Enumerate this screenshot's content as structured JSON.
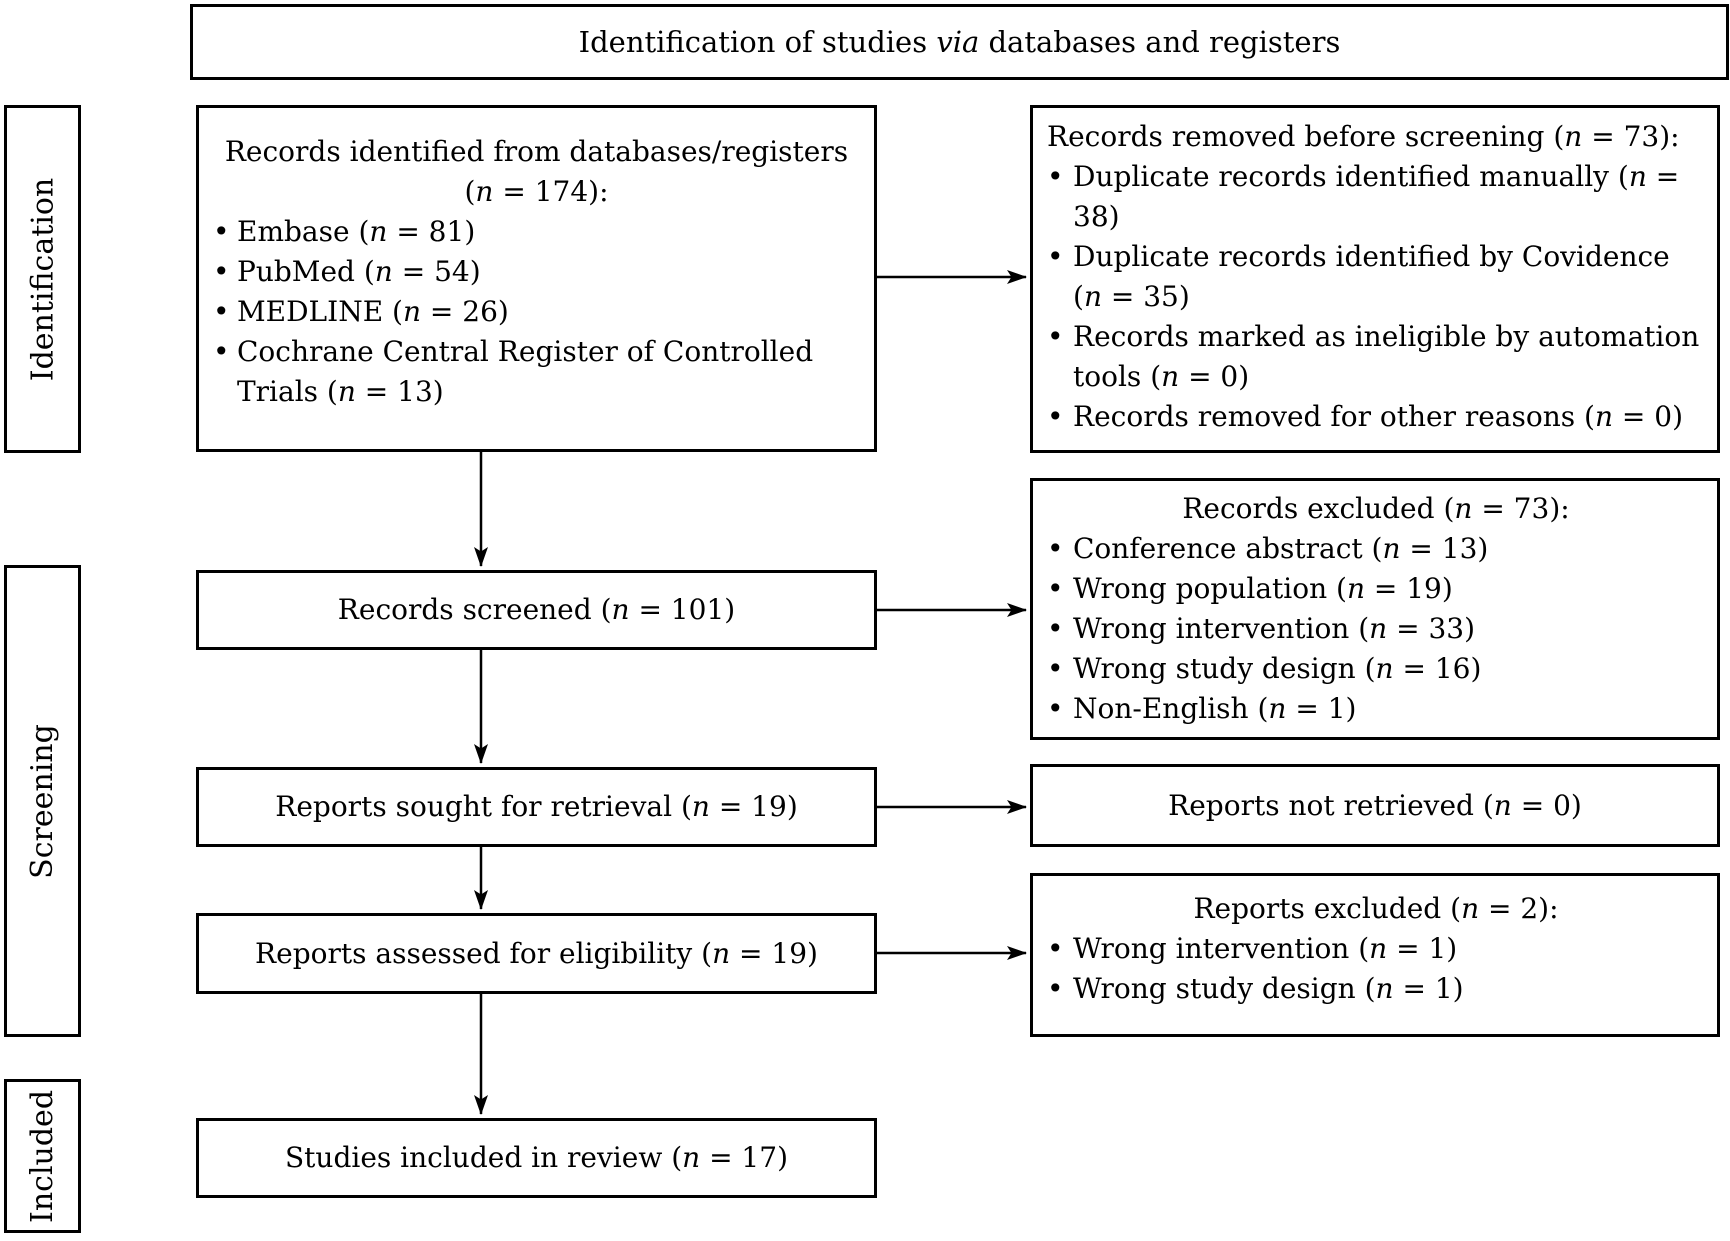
{
  "header": {
    "title": "Identification of studies *via* databases and registers"
  },
  "sidebar": {
    "identification": "Identification",
    "screening": "Screening",
    "included": "Included"
  },
  "flow": {
    "identified": {
      "title": "Records identified from databases/registers",
      "subtitle": "(*n* = 174):",
      "bullets": [
        "Embase (*n* = 81)",
        "PubMed (*n* = 54)",
        "MEDLINE (*n* = 26)",
        "Cochrane Central Register of Controlled Trials (*n* = 13)"
      ]
    },
    "screened": {
      "label": "Records screened (*n* = 101)"
    },
    "sought": {
      "label": "Reports sought for retrieval (*n* = 19)"
    },
    "assessed": {
      "label": "Reports assessed for eligibility (*n* = 19)"
    },
    "included": {
      "label": "Studies included in review (*n* = 17)"
    }
  },
  "exclusions": {
    "removed": {
      "title": "Records removed before screening (*n* = 73):",
      "bullets": [
        "Duplicate records identified manually (*n* = 38)",
        "Duplicate records identified by Covidence (*n* = 35)",
        "Records marked as ineligible by automa­tion tools (*n* = 0)",
        "Records removed for other reasons (*n* = 0)"
      ]
    },
    "records_excluded": {
      "title": "Records excluded (*n* = 73):",
      "bullets": [
        "Conference abstract (*n* = 13)",
        "Wrong population (*n* = 19)",
        "Wrong intervention (*n* = 33)",
        "Wrong study design (*n* = 16)",
        "Non-English (*n* = 1)"
      ]
    },
    "not_retrieved": {
      "label": "Reports not retrieved (*n* = 0)"
    },
    "reports_excluded": {
      "title": "Reports excluded (*n* = 2):",
      "bullets": [
        "Wrong intervention (*n* = 1)",
        "Wrong study design (*n* = 1)"
      ]
    }
  }
}
